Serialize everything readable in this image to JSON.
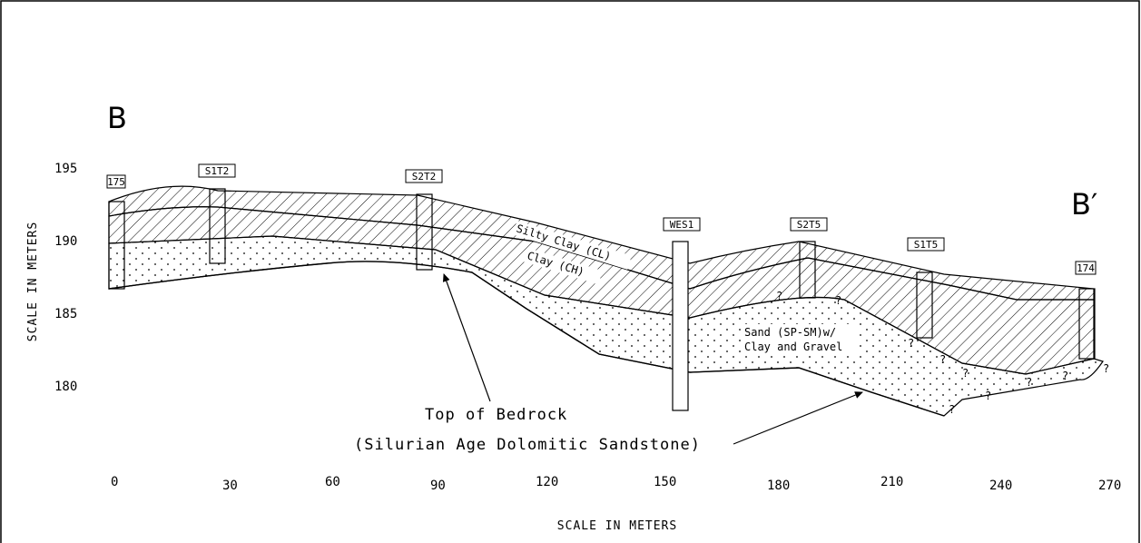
{
  "section": {
    "label_left": "B",
    "label_right": "B′"
  },
  "y_axis": {
    "title": "SCALE IN METERS",
    "ticks": [
      "195",
      "190",
      "185",
      "180"
    ]
  },
  "x_axis": {
    "title": "SCALE IN METERS",
    "ticks": [
      "0",
      "30",
      "60",
      "90",
      "120",
      "150",
      "180",
      "210",
      "240",
      "270"
    ]
  },
  "boreholes": [
    "175",
    "S1T2",
    "S2T2",
    "WES1",
    "S2T5",
    "S1T5",
    "174"
  ],
  "units": {
    "silty_clay": "Silty Clay (CL)",
    "clay": "Clay (CH)",
    "sand_line1": "Sand (SP-SM)w/",
    "sand_line2": "Clay and Gravel"
  },
  "annotation": {
    "line1": "Top of Bedrock",
    "line2": "(Silurian Age Dolomitic Sandstone)"
  },
  "uncertain_marker": "?"
}
